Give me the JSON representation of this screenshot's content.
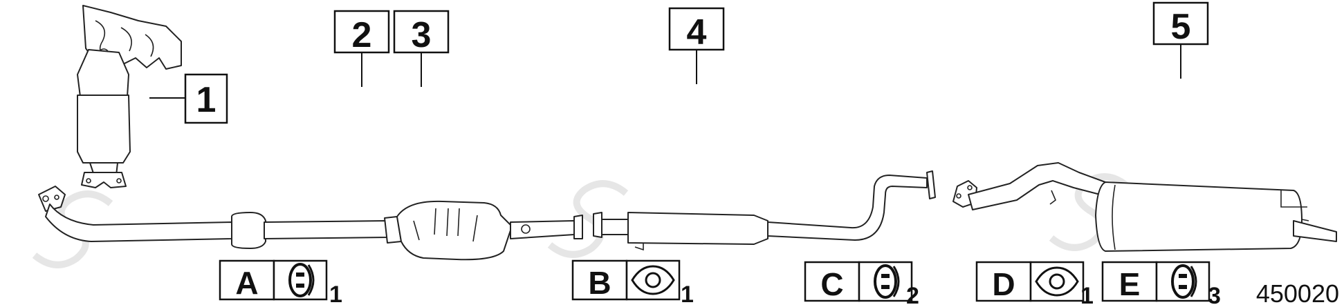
{
  "diagram": {
    "callouts": [
      "1",
      "2",
      "3",
      "4",
      "5"
    ],
    "legend": [
      {
        "letter": "A",
        "icon": "rubber-hanger-icon",
        "qty": "1"
      },
      {
        "letter": "B",
        "icon": "flange-gasket-icon",
        "qty": "1"
      },
      {
        "letter": "C",
        "icon": "rubber-hanger-icon",
        "qty": "2"
      },
      {
        "letter": "D",
        "icon": "flange-gasket-icon",
        "qty": "1"
      },
      {
        "letter": "E",
        "icon": "rubber-hanger-icon",
        "qty": "3"
      }
    ],
    "reference_number": "450020"
  },
  "colors": {
    "line": "#222222",
    "background": "#ffffff",
    "watermark": "#e6e6e6"
  }
}
